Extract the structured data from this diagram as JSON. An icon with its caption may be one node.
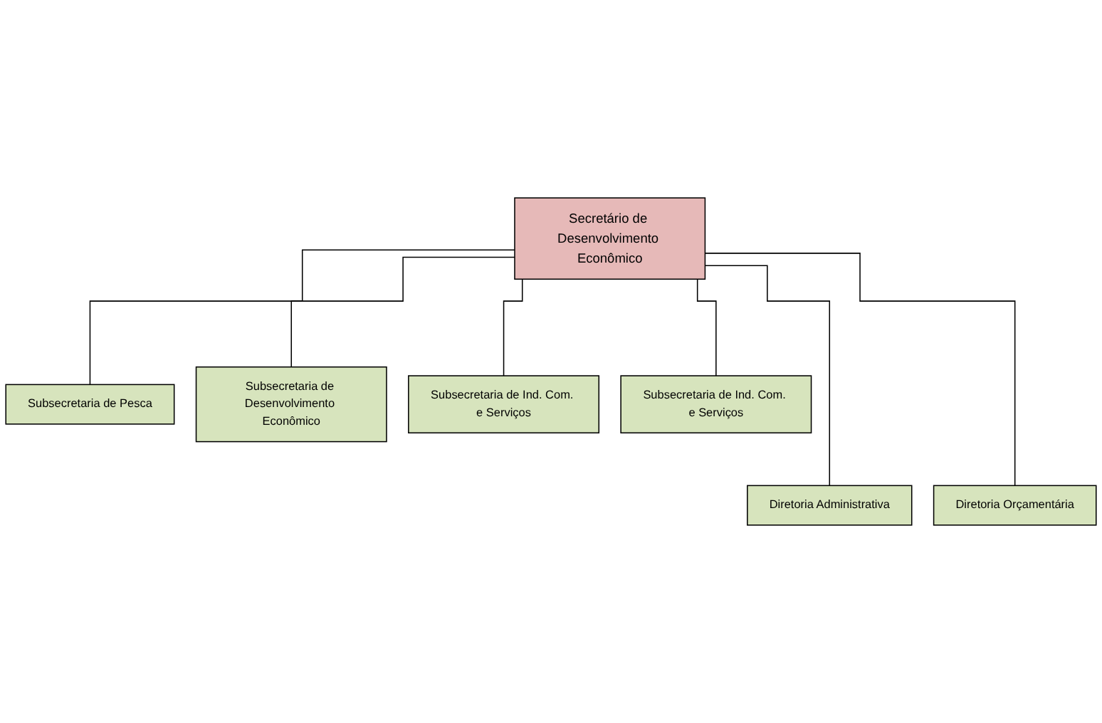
{
  "diagram": {
    "nodes": [
      {
        "text": [
          "Secretário de Desenvolvimento Econômico"
        ]
      },
      {
        "text": [
          "Subsecretaria de Pesca"
        ]
      },
      {
        "text": [
          "Subsecretaria de Desenvolvimento Econômico"
        ]
      },
      {
        "text": [
          "Subsecretaria de Ind. Com. e Serviços"
        ]
      },
      {
        "text": [
          "Subsecretaria de Ind. Com. e Serviços"
        ]
      },
      {
        "text": [
          "Diretoria Administrativa"
        ]
      },
      {
        "text": [
          "Diretoria Orçamentária"
        ]
      }
    ],
    "edges": [
      {
        "from": 0,
        "to": 1,
        "arrow": "none"
      },
      {
        "from": 0,
        "to": 2,
        "arrow": "none"
      },
      {
        "from": 0,
        "to": 5,
        "arrow": "none"
      },
      {
        "from": 0,
        "to": 6,
        "arrow": "none"
      },
      {
        "from": 0,
        "to": 3,
        "arrow": "none"
      },
      {
        "from": 0,
        "to": 4,
        "arrow": "none"
      }
    ]
  }
}
